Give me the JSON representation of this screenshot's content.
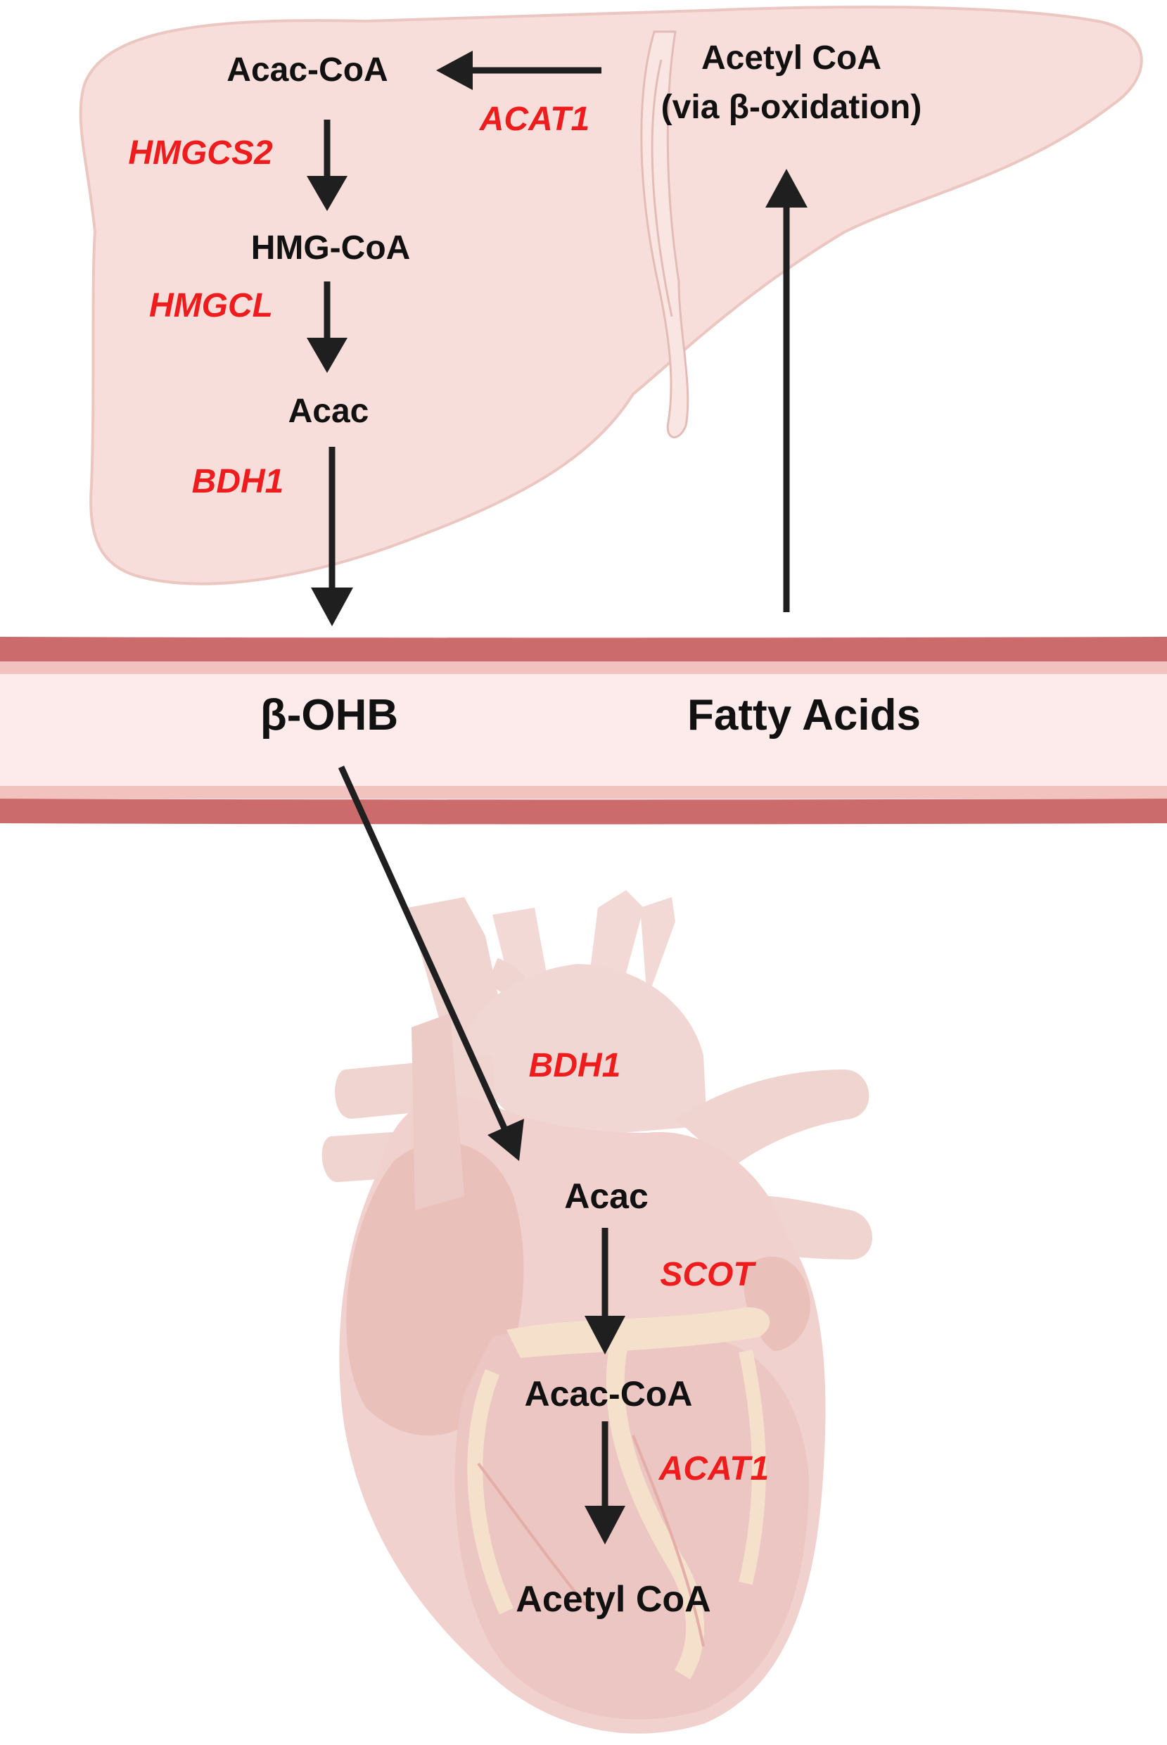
{
  "liver": {
    "acac_coa": "Acac-CoA",
    "acetyl_coa_line1": "Acetyl CoA",
    "acetyl_coa_line2": "(via β-oxidation)",
    "acat1": "ACAT1",
    "hmgcs2": "HMGCS2",
    "hmg_coa": "HMG-CoA",
    "hmgcl": "HMGCL",
    "acac": "Acac",
    "bdh1": "BDH1"
  },
  "vessel": {
    "bohb": "β-OHB",
    "fatty_acids": "Fatty Acids"
  },
  "heart": {
    "bdh1": "BDH1",
    "acac": "Acac",
    "scot": "SCOT",
    "acac_coa": "Acac-CoA",
    "acat1": "ACAT1",
    "acetyl_coa": "Acetyl CoA"
  },
  "colors": {
    "enzyme": "#ee1c1c",
    "metabolite": "#111111",
    "liver_fill": "#f7dedb",
    "vessel_wall": "#cc6b6c",
    "vessel_lumen": "#fcebea",
    "heart_fill": "#f0cfcb",
    "arrow": "#1f1f1f"
  }
}
